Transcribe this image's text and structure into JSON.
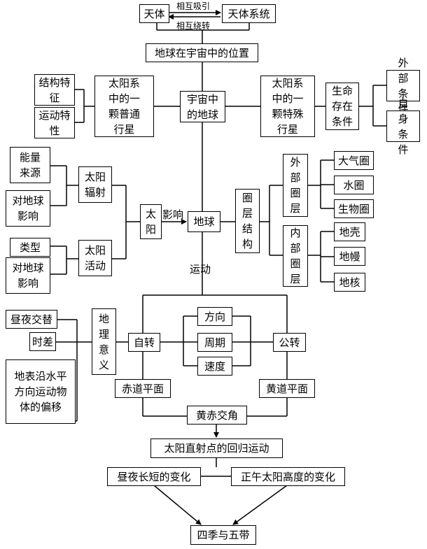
{
  "top": {
    "tianti": "天体",
    "xianghu_xiyin": "相互吸引",
    "xianghu_raozhuan": "相互绕转",
    "tianti_xitong": "天体系统",
    "weizhi": "地球在宇宙中的位置"
  },
  "universe": {
    "jiegou_tezheng": "结构特征",
    "yundong_texing": "运动特性",
    "putong_xingxing": "太阳系中的一颗普通行星",
    "yuzhou_diqiu": "宇宙中的地球",
    "teshu_xingxing": "太阳系中的一颗特殊行星",
    "shengming_tiaojian": "生命存在条件",
    "waibu_tiaojian": "外部条件",
    "zishen_tiaojian": "自身条件"
  },
  "sun": {
    "nengliang_laiyuan": "能量来源",
    "dui_diqiu_yingxiang_1": "对地球影响",
    "taiyang_fushe": "太阳辐射",
    "leixing": "类型",
    "dui_diqiu_yingxiang_2": "对地球影响",
    "taiyang_huodong": "太阳活动",
    "taiyang": "太阳",
    "yingxiang": "影响",
    "diqiu": "地球"
  },
  "spheres": {
    "quanceng_jiegou": "圈层结构",
    "waibu_quanceng": "外部圈层",
    "neibu_quanceng": "内部圈层",
    "daqiquan": "大气圈",
    "shuiquan": "水圈",
    "shengwuquan": "生物圈",
    "diqiao": "地壳",
    "dimang": "地幔",
    "dihe": "地核"
  },
  "motion": {
    "yundong": "运动",
    "zhouye_jiaoti": "昼夜交替",
    "shicha": "时差",
    "pianyi": "地表沿水平方向运动物体的偏移",
    "dili_yiyi": "地理意义",
    "zizhuan": "自转",
    "fangxiang": "方向",
    "zhouqi": "周期",
    "sudu": "速度",
    "gongzhuan": "公转",
    "chidao_pingmian": "赤道平面",
    "huangdao_pingmian": "黄道平面",
    "huangchi_jiaojiao": "黄赤交角",
    "huigui_yundong": "太阳直射点的回归运动",
    "zhouye_changduan": "昼夜长短的变化",
    "zhengwu_gaodu": "正午太阳高度的变化",
    "siji_wudai": "四季与五带"
  }
}
